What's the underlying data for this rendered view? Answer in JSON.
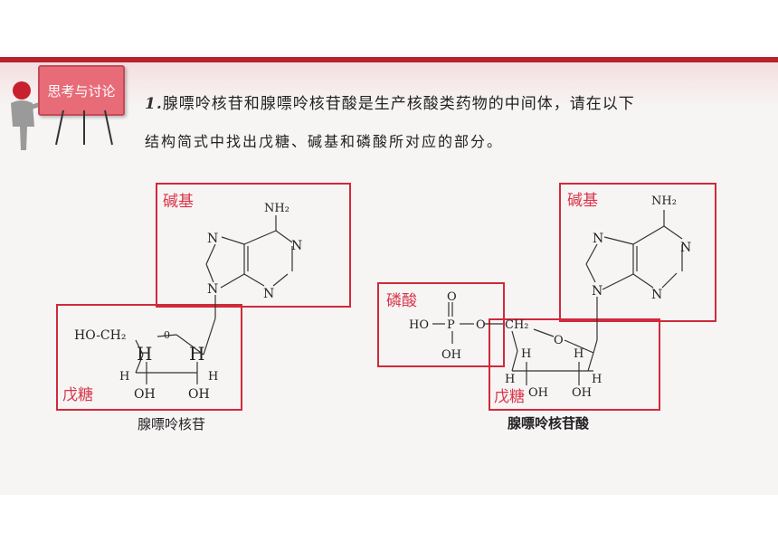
{
  "header": {
    "badge_label": "思考与讨论",
    "question_number": "1.",
    "question_line1": "腺嘌呤核苷和腺嘌呤核苷酸是生产核酸类药物的中间体，请在以下",
    "question_line2": "结构简式中找出戊糖、碱基和磷酸所对应的部分。"
  },
  "left_structure": {
    "base_label": "碱基",
    "sugar_label": "戊糖",
    "caption": "腺嘌呤核苷",
    "nh2": "NH₂",
    "ho_ch2": "HO-CH₂",
    "ring_o": "0",
    "n": "N",
    "h": "H",
    "oh": "OH"
  },
  "right_structure": {
    "base_label": "碱基",
    "phosphate_label": "磷酸",
    "sugar_label": "戊糖",
    "caption": "腺嘌呤核苷酸",
    "nh2": "NH₂",
    "o": "O",
    "p": "P",
    "ho": "HO",
    "oh": "OH",
    "ch2": "CH₂",
    "n": "N",
    "h": "H"
  },
  "colors": {
    "accent": "#cf2a3a",
    "label": "#d8364a",
    "badge": "#e86b78"
  }
}
